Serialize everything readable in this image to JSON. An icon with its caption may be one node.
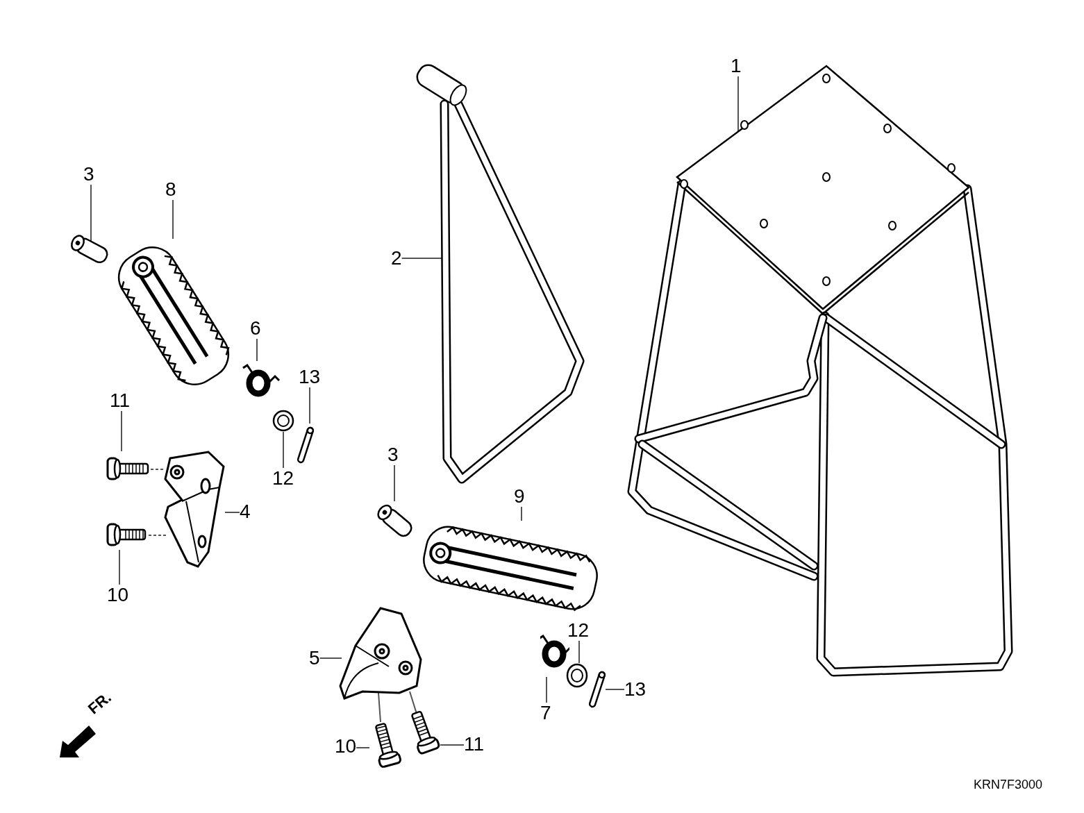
{
  "diagram": {
    "nodes": [
      {
        "text": [
          "1"
        ]
      },
      {
        "text": [
          "2"
        ]
      },
      {
        "text": [
          "3"
        ]
      },
      {
        "text": [
          "8"
        ]
      },
      {
        "text": [
          "6"
        ]
      },
      {
        "text": [
          "12"
        ]
      },
      {
        "text": [
          "13"
        ]
      },
      {
        "text": [
          "11"
        ]
      },
      {
        "text": [
          "4"
        ]
      },
      {
        "text": [
          "10"
        ]
      },
      {
        "text": [
          "3"
        ]
      },
      {
        "text": [
          "9"
        ]
      },
      {
        "text": [
          "7"
        ]
      },
      {
        "text": [
          "12"
        ]
      },
      {
        "text": [
          "13"
        ]
      },
      {
        "text": [
          "5"
        ]
      },
      {
        "text": [
          "10"
        ]
      },
      {
        "text": [
          "11"
        ]
      },
      {
        "text": [],
        "shape": "picture"
      },
      {
        "text": [],
        "shape": "picture"
      },
      {
        "text": [],
        "shape": "picture"
      },
      {
        "text": [],
        "shape": "picture"
      },
      {
        "text": [],
        "shape": "picture"
      },
      {
        "text": [],
        "shape": "picture"
      },
      {
        "text": [],
        "shape": "picture"
      },
      {
        "text": [],
        "shape": "picture"
      },
      {
        "text": [],
        "shape": "picture"
      },
      {
        "text": [],
        "shape": "picture"
      },
      {
        "text": [],
        "shape": "picture"
      },
      {
        "text": [],
        "shape": "picture"
      },
      {
        "text": [],
        "shape": "picture"
      },
      {
        "text": [],
        "shape": "picture"
      },
      {
        "text": [],
        "shape": "picture"
      },
      {
        "text": [],
        "shape": "picture"
      },
      {
        "text": [],
        "shape": "picture"
      },
      {
        "text": [],
        "shape": "picture"
      }
    ],
    "edges": [
      {
        "from": 0,
        "to": 18,
        "arrow": "none"
      },
      {
        "from": 1,
        "to": 19,
        "arrow": "none"
      },
      {
        "from": 2,
        "to": 20,
        "arrow": "none"
      },
      {
        "from": 3,
        "to": 21,
        "arrow": "none"
      },
      {
        "from": 4,
        "to": 22,
        "arrow": "none"
      },
      {
        "from": 5,
        "to": 23,
        "arrow": "none"
      },
      {
        "from": 6,
        "to": 24,
        "arrow": "none"
      },
      {
        "from": 7,
        "to": 25,
        "arrow": "none"
      },
      {
        "from": 8,
        "to": 26,
        "arrow": "none"
      },
      {
        "from": 9,
        "to": 27,
        "arrow": "none"
      },
      {
        "from": 10,
        "to": 28,
        "arrow": "none"
      },
      {
        "from": 11,
        "to": 29,
        "arrow": "none"
      },
      {
        "from": 12,
        "to": 30,
        "arrow": "none"
      },
      {
        "from": 13,
        "to": 31,
        "arrow": "none"
      },
      {
        "from": 14,
        "to": 32,
        "arrow": "none"
      },
      {
        "from": 15,
        "to": 33,
        "arrow": "none"
      },
      {
        "from": 16,
        "to": 34,
        "arrow": "none"
      },
      {
        "from": 17,
        "to": 35,
        "arrow": "none"
      },
      {
        "from": 25,
        "to": 26,
        "arrow": "none",
        "style": "dashed"
      },
      {
        "from": 27,
        "to": 26,
        "arrow": "none",
        "style": "dashed"
      },
      {
        "from": 33,
        "to": 34,
        "arrow": "none"
      },
      {
        "from": 33,
        "to": 35,
        "arrow": "none"
      }
    ],
    "labels": [
      "FR.",
      "KRN7F3000"
    ]
  }
}
